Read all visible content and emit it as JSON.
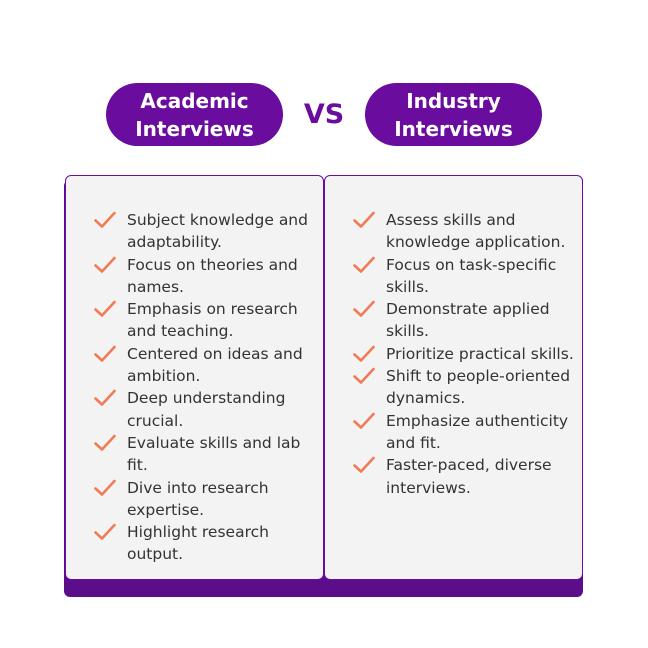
{
  "header": {
    "left_title": [
      "Academic",
      "Interviews"
    ],
    "vs_label": "VS",
    "right_title": [
      "Industry",
      "Interviews"
    ]
  },
  "academic": {
    "items": [
      "Subject knowledge and adaptability.",
      "Focus on theories and names.",
      "Emphasis on research and teaching.",
      "Centered on ideas and ambition.",
      "Deep understanding crucial.",
      "Evaluate skills and lab fit.",
      "Dive into research expertise.",
      "Highlight research output."
    ]
  },
  "industry": {
    "items": [
      "Assess skills and knowledge application.",
      "Focus on task-specific skills.",
      "Demonstrate applied skills.",
      "Prioritize practical skills.",
      "Shift to people-oriented dynamics.",
      "Emphasize authenticity and fit.",
      "Faster-paced, diverse interviews."
    ]
  },
  "icons": {
    "bullet": "check-icon"
  },
  "colors": {
    "accent": "#6a0d9e",
    "panel_bg": "#f3f3f3",
    "check": "#f07b55",
    "text": "#333333"
  }
}
